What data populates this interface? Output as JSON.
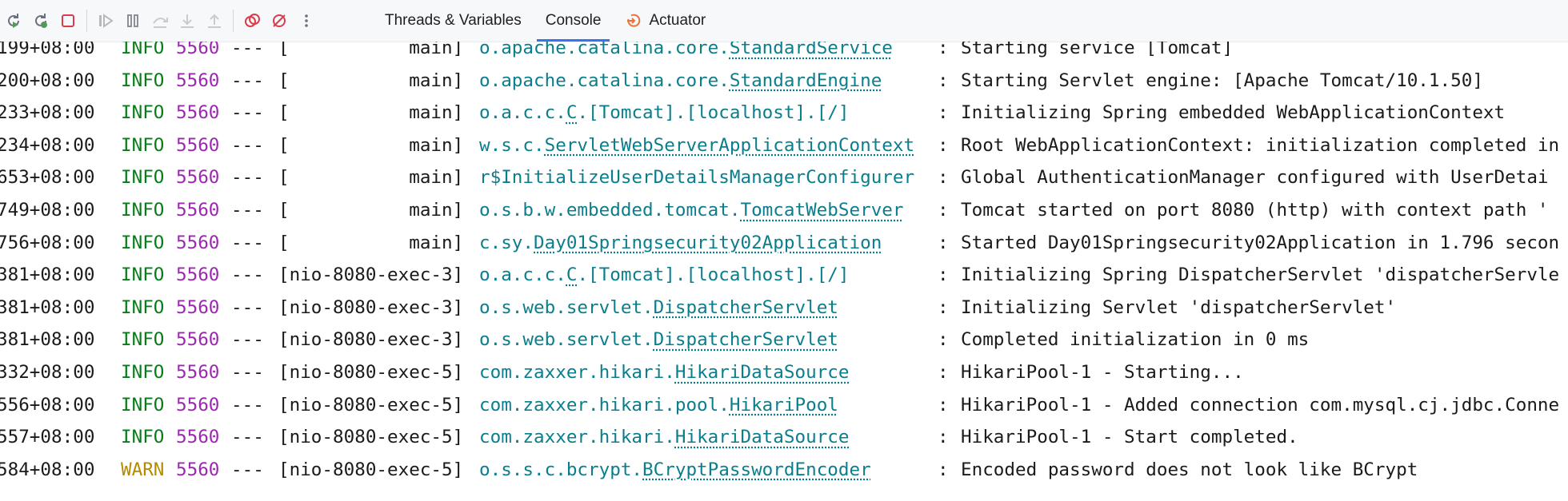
{
  "toolbar": {
    "buttons": [
      {
        "icon": "rerun-icon"
      },
      {
        "icon": "rerun-failed-icon"
      },
      {
        "icon": "stop-icon"
      },
      {
        "icon": "resume-icon"
      },
      {
        "icon": "pause-icon"
      },
      {
        "icon": "step-over-icon"
      },
      {
        "icon": "step-into-icon"
      },
      {
        "icon": "step-out-icon"
      },
      {
        "icon": "view-breakpoints-icon"
      },
      {
        "icon": "mute-breakpoints-icon"
      },
      {
        "icon": "more-icon"
      }
    ],
    "tabs": [
      {
        "label": "Threads & Variables",
        "active": false
      },
      {
        "label": "Console",
        "active": true
      },
      {
        "label": "Actuator",
        "active": false,
        "icon": "actuator-icon"
      }
    ]
  },
  "colors": {
    "level_info": "#067d17",
    "level_warn": "#b48b00",
    "pid": "#9c27b0",
    "logger": "#0a7e8c",
    "active_tab": "#3574f0"
  },
  "console": {
    "lines": [
      {
        "ts": "199+08:00",
        "level": "INFO",
        "pid": "5560",
        "sep": "---",
        "thread": "[           main]",
        "pkg": "o.apache.catalina.core.",
        "cls": "StandardService",
        "colon": ":",
        "msg": "Starting service [Tomcat]"
      },
      {
        "ts": "200+08:00",
        "level": "INFO",
        "pid": "5560",
        "sep": "---",
        "thread": "[           main]",
        "pkg": "o.apache.catalina.core.",
        "cls": "StandardEngine",
        "colon": ":",
        "msg": "Starting Servlet engine: [Apache Tomcat/10.1.50]"
      },
      {
        "ts": "233+08:00",
        "level": "INFO",
        "pid": "5560",
        "sep": "---",
        "thread": "[           main]",
        "pkg": "o.a.c.c.",
        "cls": "C",
        "pkg2": ".[Tomcat].[localhost].[/]",
        "colon": ":",
        "msg": "Initializing Spring embedded WebApplicationContext"
      },
      {
        "ts": "234+08:00",
        "level": "INFO",
        "pid": "5560",
        "sep": "---",
        "thread": "[           main]",
        "pkg": "w.s.c.",
        "cls": "ServletWebServerApplicationContext",
        "colon": ":",
        "msg": "Root WebApplicationContext: initialization completed in"
      },
      {
        "ts": "653+08:00",
        "level": "INFO",
        "pid": "5560",
        "sep": "---",
        "thread": "[           main]",
        "pkg": "r$InitializeUserDetailsManagerConfigurer",
        "cls": "",
        "colon": ":",
        "msg": "Global AuthenticationManager configured with UserDetai"
      },
      {
        "ts": "749+08:00",
        "level": "INFO",
        "pid": "5560",
        "sep": "---",
        "thread": "[           main]",
        "pkg": "o.s.b.w.embedded.tomcat.",
        "cls": "TomcatWebServer",
        "colon": ":",
        "msg": "Tomcat started on port 8080 (http) with context path '"
      },
      {
        "ts": "756+08:00",
        "level": "INFO",
        "pid": "5560",
        "sep": "---",
        "thread": "[           main]",
        "pkg": "c.sy.",
        "cls": "Day01Springsecurity02Application",
        "colon": ":",
        "msg": "Started Day01Springsecurity02Application in 1.796 secon"
      },
      {
        "ts": "381+08:00",
        "level": "INFO",
        "pid": "5560",
        "sep": "---",
        "thread": "[nio-8080-exec-3]",
        "pkg": "o.a.c.c.",
        "cls": "C",
        "pkg2": ".[Tomcat].[localhost].[/]",
        "colon": ":",
        "msg": "Initializing Spring DispatcherServlet 'dispatcherServle"
      },
      {
        "ts": "381+08:00",
        "level": "INFO",
        "pid": "5560",
        "sep": "---",
        "thread": "[nio-8080-exec-3]",
        "pkg": "o.s.web.servlet.",
        "cls": "DispatcherServlet",
        "colon": ":",
        "msg": "Initializing Servlet 'dispatcherServlet'"
      },
      {
        "ts": "381+08:00",
        "level": "INFO",
        "pid": "5560",
        "sep": "---",
        "thread": "[nio-8080-exec-3]",
        "pkg": "o.s.web.servlet.",
        "cls": "DispatcherServlet",
        "colon": ":",
        "msg": "Completed initialization in 0 ms"
      },
      {
        "ts": "332+08:00",
        "level": "INFO",
        "pid": "5560",
        "sep": "---",
        "thread": "[nio-8080-exec-5]",
        "pkg": "com.zaxxer.hikari.",
        "cls": "HikariDataSource",
        "colon": ":",
        "msg": "HikariPool-1 - Starting..."
      },
      {
        "ts": "556+08:00",
        "level": "INFO",
        "pid": "5560",
        "sep": "---",
        "thread": "[nio-8080-exec-5]",
        "pkg": "com.zaxxer.hikari.pool.",
        "cls": "HikariPool",
        "colon": ":",
        "msg": "HikariPool-1 - Added connection com.mysql.cj.jdbc.Conne"
      },
      {
        "ts": "557+08:00",
        "level": "INFO",
        "pid": "5560",
        "sep": "---",
        "thread": "[nio-8080-exec-5]",
        "pkg": "com.zaxxer.hikari.",
        "cls": "HikariDataSource",
        "colon": ":",
        "msg": "HikariPool-1 - Start completed."
      },
      {
        "ts": "584+08:00",
        "level": "WARN",
        "pid": "5560",
        "sep": "---",
        "thread": "[nio-8080-exec-5]",
        "pkg": "o.s.s.c.bcrypt.",
        "cls": "BCryptPasswordEncoder",
        "colon": ":",
        "msg": "Encoded password does not look like BCrypt"
      }
    ]
  }
}
